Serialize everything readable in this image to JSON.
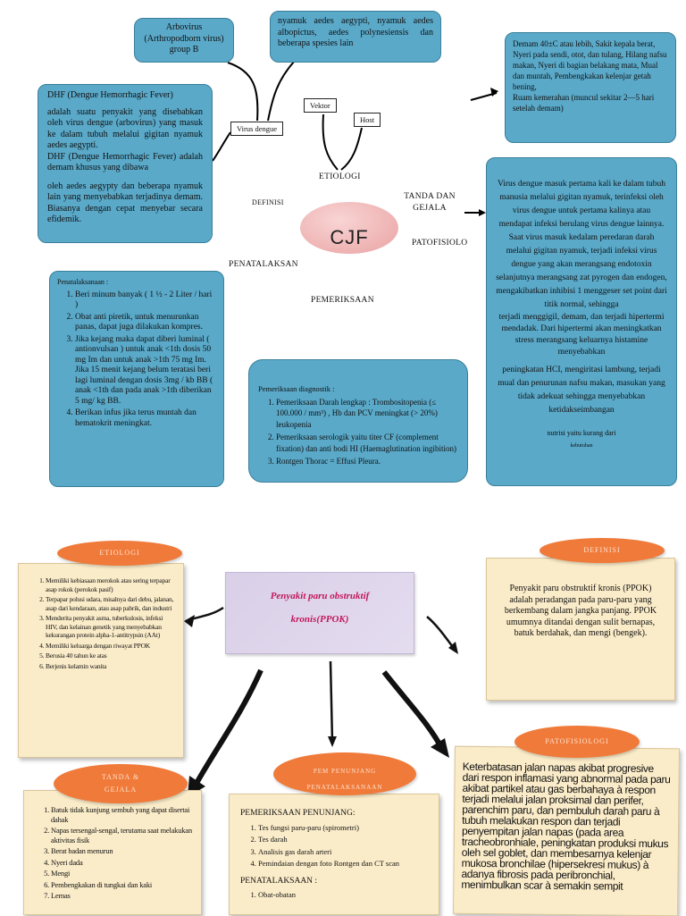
{
  "top": {
    "arbovirus": [
      "Arbovirus",
      "(Arthropodborn virus)",
      "group B"
    ],
    "nyamuk": "nyamuk aedes aegypti, nyamuk aedes albopictus, aedes polynesiensis dan beberapa spesies lain",
    "virus_dengue": "Virus dengue",
    "vektor": "Vektor",
    "host": "Host",
    "etiologi": "ETIOLOGI",
    "definisi_label": "DEFINISI",
    "tanda_label": "TANDA DAN GEJALA",
    "patofisiologi_label": "PATOFISIOLO",
    "penatalaksanaan_label": "PENATALAKSAN",
    "pemeriksaan_label": "PEMERIKSAAN",
    "center": "CJF",
    "dhf_def": [
      "DHF (Dengue Hemorrhagic Fever)",
      "adalah suatu penyakit yang disebabkan oleh virus dengue (arbovirus) yang masuk ke dalam tubuh melalui gigitan nyamuk aedes aegypti.",
      "DHF (Dengue Hemorrhagic Fever) adalah demam khusus yang dibawa",
      "oleh aedes aegypty dan beberapa nyamuk lain yang menyebabkan terjadinya demam. Biasanya dengan cepat menyebar secara efidemik."
    ],
    "gejala": [
      "Demam 40±C atau lebih, Sakit kepala berat, Nyeri pada sendi, otot, dan tulang, Hilang nafsu makan, Nyeri di bagian belakang mata, Mual dan muntah, Pembengkakan kelenjar getah bening,",
      "Ruam kemerahan (muncul sekitar 2—5 hari setelah demam)"
    ],
    "patofisiologi": [
      "Virus dengue masuk pertama kali ke dalam tubuh manusia melalui gigitan nyamuk, terinfeksi oleh virus dengue untuk pertama kalinya atau mendapat infeksi berulang virus dengue lainnya. Saat virus masuk kedalam peredaran darah melalui gigitan nyamuk, terjadi infeksi virus dengue yang akan merangsang endotoxin selanjutnya merangsang zat pyrogen dan endogen, mengakibatkan inhibisi 1 menggeser set point dari titik normal, sehingga",
      "terjadi menggigil, demam, dan terjadi hipertermi mendadak. Dari hipertermi akan meningkatkan stress merangsang keluarnya histamine menyebabkan",
      "peningkatan HCI, mengiritasi lambung, terjadi mual dan penurunan nafsu makan, masukan yang tidak adekuat sehingga menyebabkan ketidakseimbangan",
      "nutrisi yaitu kurang dari",
      "kebutuhan"
    ],
    "penatalaksanaan_title": "Penatalaksanaan :",
    "penatalaksanaan": [
      "Beri minum banyak ( 1 ½ - 2 Liter / hari )",
      "Obat anti piretik, untuk menurunkan panas, dapat juga dilakukan kompres.",
      "Jika kejang maka dapat diberi luminal ( antionvulsan ) untuk anak <1th dosis 50 mg Im dan untuk anak >1th 75 mg Im. Jika 15 menit kejang belum teratasi beri lagi luminal dengan dosis 3mg / kb BB ( anak <1th dan pada anak >1th diberikan 5 mg/ kg BB.",
      "Berikan infus jika terus muntah dan hematokrit meningkat."
    ],
    "pemeriksaan_title": "Pemeriksaan diagnostik :",
    "pemeriksaan": [
      "Pemeriksaan Darah lengkap : Trombositopenia (≤ 100.000 / mm³) , Hb dan PCV meningkat (> 20%) leukopenia",
      "Pemeriksaan serologik yaitu titer CF (complement fixation) dan anti bodi HI (Haemaglutination ingibition)",
      "Rontgen Thorac = Effusi Pleura."
    ]
  },
  "bottom": {
    "center_title": [
      "Penyakit paru obstruktif",
      "kronis(PPOK)"
    ],
    "etiologi_oval": "ETIOLOGI",
    "definisi_oval": "DEFINISI",
    "tanda_oval": [
      "TANDA &",
      "GEJALA"
    ],
    "pemeriksaan_oval": [
      "PEM PENUNJANG",
      "PENATALAKSANAAN"
    ],
    "patofisiologi_oval": "PATOFISIOLOGI",
    "etiologi": [
      "Memiliki kebiasaan merokok atau sering terpapar asap rokok (perokok pasif)",
      "Terpapar polusi udara, misalnya dari debu, jalanan, asap dari kendaraan, atau asap pabrik, dan industri",
      "Menderita penyakit asma, tuberkulosis, infeksi HIV, dan kelainan genetik yang menyebabkan kekurangan protein alpha-1-antitrypsin (AAt)",
      "Memiliki keluarga dengan riwayat PPOK",
      "Berusia 40 tahun ke atas",
      "Berjenis kelamin wanita"
    ],
    "definisi": "Penyakit paru obstruktif kronis (PPOK) adalah peradangan pada paru-paru yang berkembang dalam jangka panjang. PPOK umumnya ditandai dengan sulit bernapas, batuk berdahak, dan mengi (bengek).",
    "tanda": [
      "Batuk tidak kunjung sembuh yang dapat disertai dahak",
      "Napas tersengal-sengal, terutama saat melakukan aktivitas fisik",
      "Berat badan menurun",
      "Nyeri dada",
      "Mengi",
      "Pembengkakan di tungkai dan kaki",
      "Lemas"
    ],
    "penunjang_title": "PEMERIKSAAN PENUNJANG:",
    "penunjang": [
      "Tes fungsi paru-paru (spirometri)",
      "Tes darah",
      "Analisis gas darah arteri",
      "Pemindaian dengan foto Rontgen dan CT scan"
    ],
    "penatalaksanaan_title": "PENATALAKSAAN :",
    "penatalaksanaan": [
      "Obat-obatan"
    ],
    "patofisiologi": "Keterbatasan jalan napas akibat progresive dari respon inflamasi yang abnormal pada paru akibat partikel atau gas berbahaya à respon terjadi melalui jalan proksimal dan perifer, parenchim paru, dan pembuluh darah paru à tubuh melakukan respon dan terjadi penyempitan jalan napas (pada area tracheobronhiale, peningkatan produksi mukus oleh sel goblet, dan membesarnya kelenjar mukosa bronchilae (hipersekresi mukus) à adanya fibrosis pada peribronchial, menimbulkan scar à semakin sempit"
  },
  "colors": {
    "blue_box": "#5aa9c9",
    "note": "#fbecc9",
    "orange_oval": "#f07a3a",
    "cjf_oval": "#f2b3b3"
  }
}
